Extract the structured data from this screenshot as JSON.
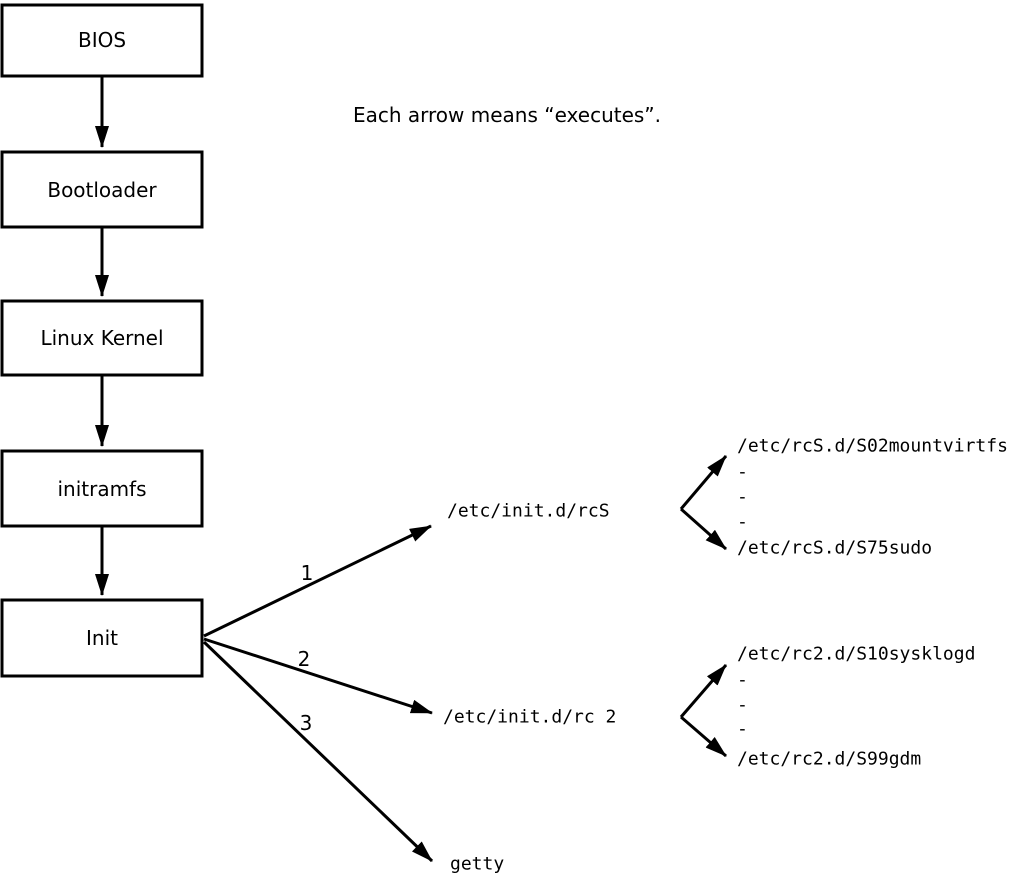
{
  "note": "Each arrow means “executes”.",
  "colors": {
    "ink": "#000000",
    "background": "#ffffff"
  },
  "boot_chain": {
    "boxes": [
      {
        "label": "BIOS"
      },
      {
        "label": "Bootloader"
      },
      {
        "label": "Linux Kernel"
      },
      {
        "label": "initramfs"
      },
      {
        "label": "Init"
      }
    ]
  },
  "init_branches": {
    "labels": [
      "1",
      "2",
      "3"
    ],
    "targets": [
      {
        "name": "/etc/init.d/rcS"
      },
      {
        "name": "/etc/init.d/rc 2"
      },
      {
        "name": "getty"
      }
    ]
  },
  "rcS_scripts": {
    "first": "/etc/rcS.d/S02mountvirtfs",
    "dash1": "-",
    "dash2": "-",
    "dash3": "-",
    "last": "/etc/rcS.d/S75sudo"
  },
  "rc2_scripts": {
    "first": "/etc/rc2.d/S10sysklogd",
    "dash1": "-",
    "dash2": "-",
    "dash3": "-",
    "last": "/etc/rc2.d/S99gdm"
  }
}
